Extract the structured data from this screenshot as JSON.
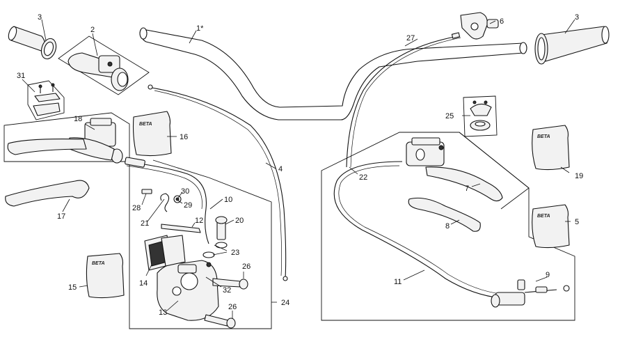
{
  "callouts": {
    "c1": "1*",
    "c2": "2",
    "c3a": "3",
    "c3b": "3",
    "c4": "4",
    "c5": "5",
    "c6": "6",
    "c7": "7",
    "c8": "8",
    "c9": "9",
    "c10": "10",
    "c11": "11",
    "c12": "12",
    "c13": "13",
    "c14": "14",
    "c15": "15",
    "c16": "16",
    "c17": "17",
    "c18": "18",
    "c19": "19",
    "c20": "20",
    "c21": "21",
    "c22": "22",
    "c23": "23",
    "c24": "24",
    "c25": "25",
    "c26a": "26",
    "c26b": "26",
    "c27": "27",
    "c28": "28",
    "c29": "29",
    "c30": "30",
    "c31": "31",
    "c32": "32"
  },
  "bag_brand": "BETA",
  "colors": {
    "ink": "#111111",
    "fill": "#f2f2f2",
    "paper": "#ffffff"
  }
}
